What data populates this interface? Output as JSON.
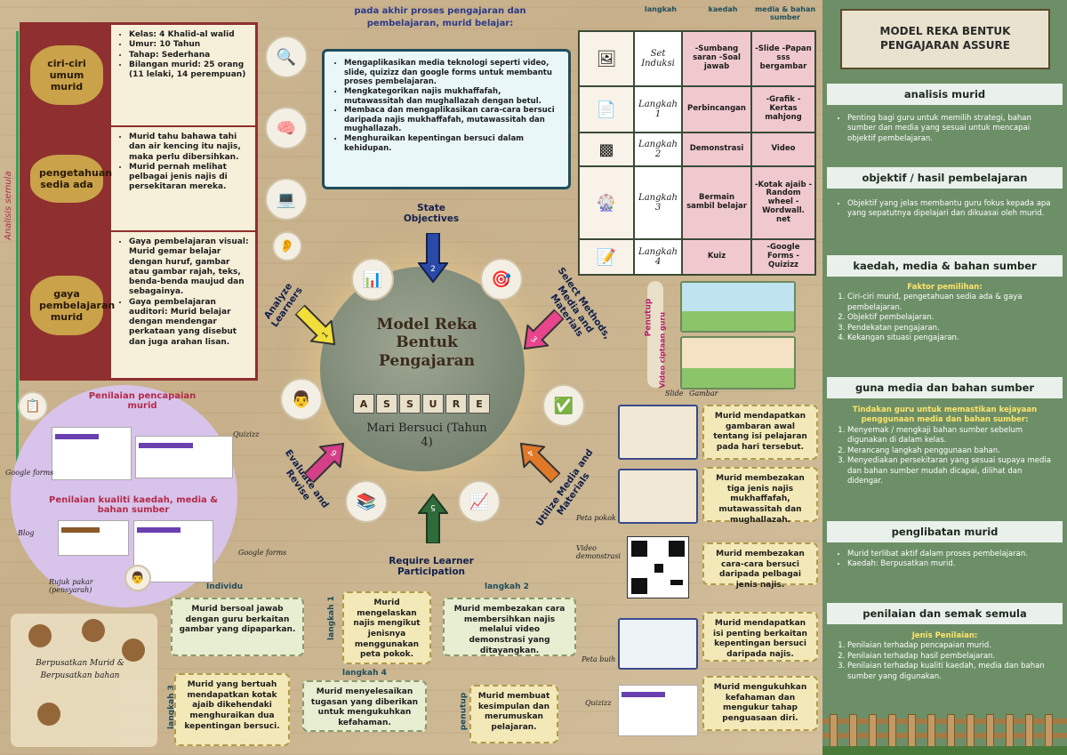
{
  "left_panel": {
    "rows": [
      {
        "label": "ciri-ciri umum murid",
        "items": [
          "Kelas: 4 Khalid-al walid",
          "Umur: 10 Tahun",
          "Tahap: Sederhana",
          "Bilangan murid: 25 orang (11 lelaki, 14 perempuan)"
        ]
      },
      {
        "label": "pengetahuan sedia ada",
        "items": [
          "Murid tahu bahawa tahi dan air kencing itu najis, maka perlu dibersihkan.",
          "Murid pernah melihat pelbagai jenis najis di persekitaran mereka."
        ]
      },
      {
        "label": "gaya pembelajaran murid",
        "items": [
          "Gaya pembelajaran visual: Murid gemar belajar dengan huruf, gambar atau gambar rajah, teks, benda-benda maujud dan sebagainya.",
          "Gaya pembelajaran auditori: Murid belajar dengan mendengar perkataan yang disebut dan juga arahan lisan."
        ]
      }
    ],
    "side_label": "Analisis semula"
  },
  "objectives": {
    "intro": "pada akhir proses pengajaran dan pembelajaran, murid belajar:",
    "items": [
      "Mengaplikasikan media teknologi seperti video, slide, quizizz dan google forms untuk membantu proses pembelajaran.",
      "Mengkategorikan najis mukhaffafah, mutawassitah dan mughallazah dengan betul.",
      "Membaca dan mengaplikasikan cara-cara bersuci daripada najis mukhaffafah, mutawassitah dan mughallazah.",
      "Menghuraikan kepentingan bersuci dalam kehidupan."
    ]
  },
  "center": {
    "title": "Model Reka Bentuk Pengajaran",
    "letters": [
      "A",
      "S",
      "S",
      "U",
      "R",
      "E"
    ],
    "subtitle": "Mari Bersuci (Tahun 4)"
  },
  "steps": {
    "s1": "Analyze Learners",
    "s2": "State Objectives",
    "s3": "Select Methods, Media and Materials",
    "s4": "Utilize Media and Materials",
    "s5": "Require Learner Participation",
    "s6": "Evaluate and Revise",
    "n1": "1",
    "n2": "2",
    "n3": "3",
    "n4": "4",
    "n5": "5",
    "n6": "6"
  },
  "table": {
    "headers": [
      "langkah",
      "kaedah",
      "media & bahan sumber"
    ],
    "rows": [
      {
        "step": "Set Induksi",
        "method": "-Sumbang saran -Soal jawab",
        "media": "-Slide -Papan sss bergambar"
      },
      {
        "step": "Langkah 1",
        "method": "Perbincangan",
        "media": "-Grafik -Kertas mahjong"
      },
      {
        "step": "Langkah 2",
        "method": "Demonstrasi",
        "media": "Video"
      },
      {
        "step": "Langkah 3",
        "method": "Bermain sambil belajar",
        "media": "-Kotak ajaib -Random wheel -Wordwall. net"
      },
      {
        "step": "Langkah 4",
        "method": "Kuiz",
        "media": "-Google Forms -Quizizz"
      }
    ]
  },
  "penutup": {
    "label": "Penutup",
    "caption": "Video ciptaan guru"
  },
  "utilize": {
    "slide_lab": "Slide",
    "gambar_lab": "Gambar",
    "peta_pokok_lab": "Peta pokok",
    "video_lab": "Video demonstrasi",
    "peta_buih_lab": "Peta buih",
    "quizizz_lab": "Quizizz",
    "cards": [
      "Murid mendapatkan gambaran awal tentang isi pelajaran pada hari tersebut.",
      "Murid membezakan tiga jenis najis mukhaffafah, mutawassitah dan mughallazah.",
      "Murid membezakan cara-cara bersuci daripada pelbagai jenis najis.",
      "Murid mendapatkan isi penting berkaitan kepentingan bersuci daripada najis.",
      "Murid mengukuhkan kefahaman dan mengukur tahap penguasaan diri."
    ]
  },
  "evaluate": {
    "title1": "Penilaian pencapaian murid",
    "title2": "Penilaian kualiti kaedah, media & bahan sumber",
    "quizizz": "Quizizz",
    "google_forms": "Google forms",
    "blog": "Blog",
    "google_forms2": "Google forms",
    "rujuk": "Rujuk pakar (pensyarah)"
  },
  "participation": {
    "individu": "Individu",
    "langkah1": "langkah 1",
    "langkah2": "langkah 2",
    "langkah3": "langkah 3",
    "langkah4": "langkah 4",
    "penutup": "penutup",
    "card_a": "Murid bersoal jawab dengan guru berkaitan gambar yang dipaparkan.",
    "card_b": "Murid mengelaskan najis mengikut jenisnya menggunakan peta pokok.",
    "card_c": "Murid membezakan cara membersihkan najis melalui video demonstrasi yang ditayangkan.",
    "card_d": "Murid yang bertuah mendapatkan kotak ajaib dikehendaki menghuraikan dua kepentingan bersuci.",
    "card_e": "Murid menyelesaikan tugasan yang diberikan untuk mengukuhkan kefahaman.",
    "card_f": "Murid membuat kesimpulan dan merumuskan pelajaran.",
    "center_label": "Berpusatkan Murid & Berpusatkan bahan"
  },
  "right_panel": {
    "title": "MODEL REKA BENTUK PENGAJARAN ASSURE",
    "sections": [
      {
        "head": "analisis murid",
        "items": [
          "Penting bagi guru untuk memilih strategi, bahan sumber dan media yang sesuai untuk mencapai objektif pembelajaran."
        ]
      },
      {
        "head": "objektif / hasil pembelajaran",
        "items": [
          "Objektif yang jelas membantu guru fokus kepada apa yang sepatutnya dipelajari dan dikuasai oleh murid."
        ]
      },
      {
        "head": "kaedah, media & bahan sumber",
        "sub": "Faktor pemilihan:",
        "items": [
          "Ciri-ciri murid, pengetahuan sedia ada & gaya pembelajaran.",
          "Objektif pembelajaran.",
          "Pendekatan pengajaran.",
          "Kekangan situasi pengajaran."
        ]
      },
      {
        "head": "guna media dan bahan sumber",
        "sub": "Tindakan guru untuk memastikan kejayaan penggunaan media dan bahan sumber:",
        "items": [
          "Menyemak / mengkaji bahan sumber sebelum digunakan di dalam kelas.",
          "Merancang langkah penggunaan bahan.",
          "Menyediakan persekitaran yang sesuai supaya media dan bahan sumber mudah dicapai, dilihat dan didengar."
        ]
      },
      {
        "head": "penglibatan murid",
        "items": [
          "Murid terlibat aktif dalam proses pembelajaran.",
          "Kaedah: Berpusatkan murid."
        ]
      },
      {
        "head": "penilaian dan semak semula",
        "sub": "Jenis Penilaian:",
        "items": [
          "Penilaian terhadap pencapaian murid.",
          "Penilaian terhadap hasil pembelajaran.",
          "Penilaian terhadap kualiti kaedah, media dan bahan sumber yang digunakan."
        ]
      }
    ]
  }
}
